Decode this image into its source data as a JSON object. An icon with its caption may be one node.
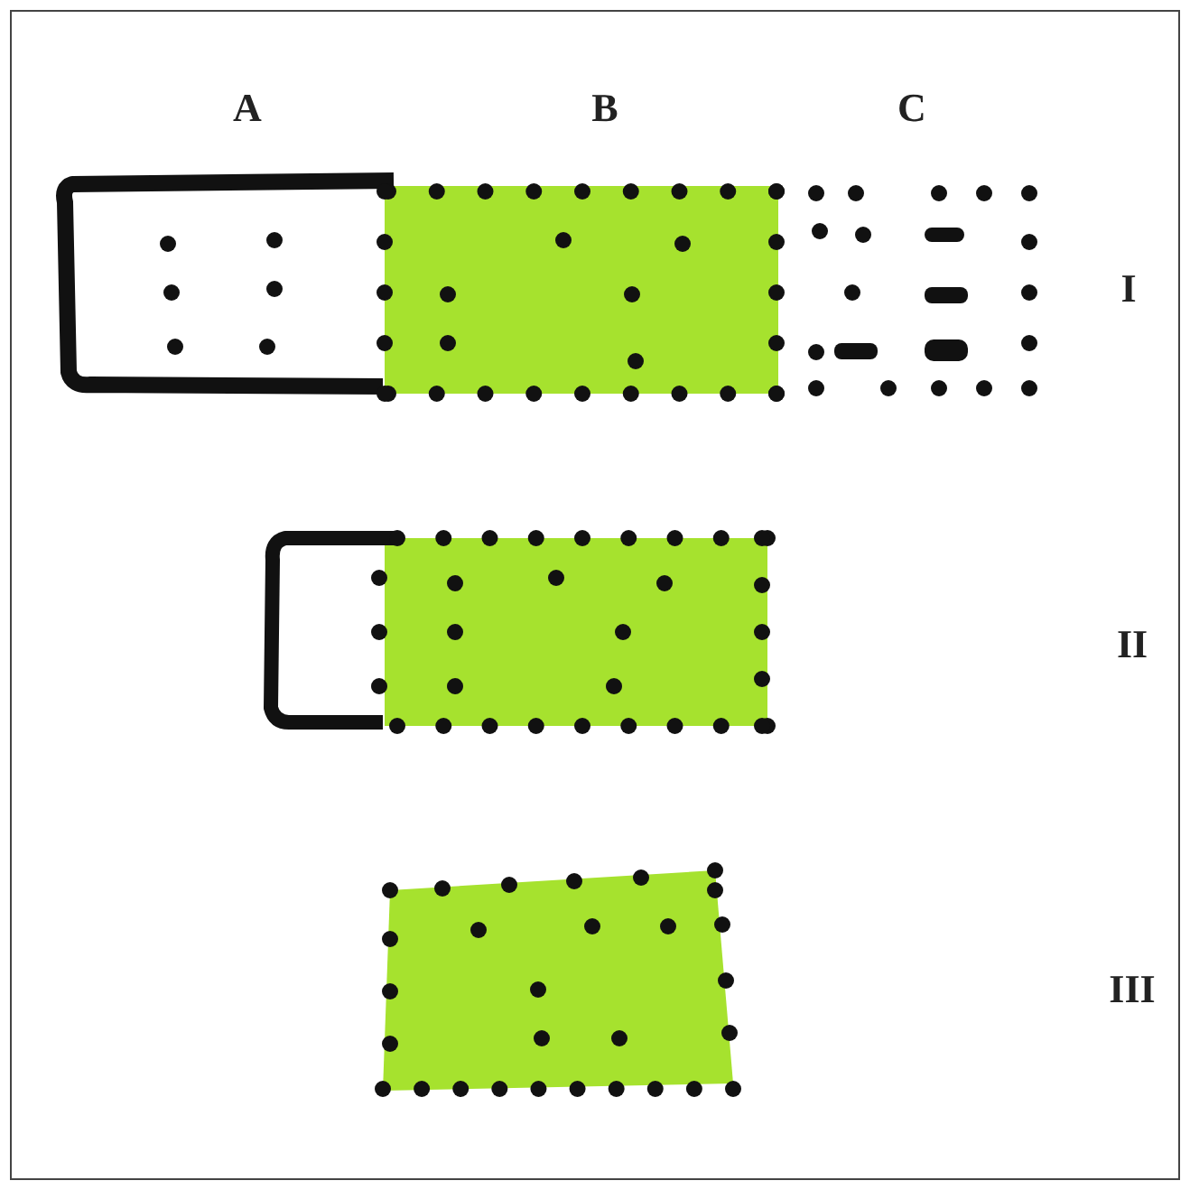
{
  "diagram": {
    "labels": [
      "A",
      "B",
      "C",
      "I",
      "II",
      "III"
    ]
  }
}
